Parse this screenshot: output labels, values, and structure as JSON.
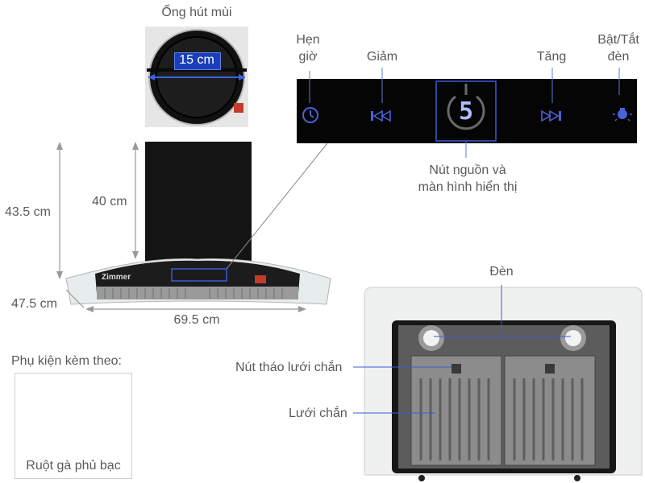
{
  "duct": {
    "title": "Ống hút mùi",
    "diameter": "15 cm"
  },
  "control_panel": {
    "timer_line1": "Hẹn",
    "timer_line2": "giờ",
    "decrease": "Giảm",
    "increase": "Tăng",
    "light_line1": "Bật/Tắt",
    "light_line2": "đèn",
    "display_digit": "5",
    "power_line1": "Nút nguồn và",
    "power_line2": "màn hình hiển thị"
  },
  "dimensions": {
    "total_height": "43.5 cm",
    "chimney_height": "40 cm",
    "depth": "47.5 cm",
    "width": "69.5 cm"
  },
  "brand": "Zimmer",
  "accessory": {
    "title": "Phụ kiện kèm theo:",
    "caption": "Ruột gà phủ bạc"
  },
  "underside": {
    "light": "Đèn",
    "filter_release": "Nút tháo lưới chắn",
    "filter": "Lưới chắn"
  },
  "colors": {
    "panel_bg": "#050505",
    "icon_blue": "#4a62d6",
    "highlight_box": "#3b5bd8"
  }
}
